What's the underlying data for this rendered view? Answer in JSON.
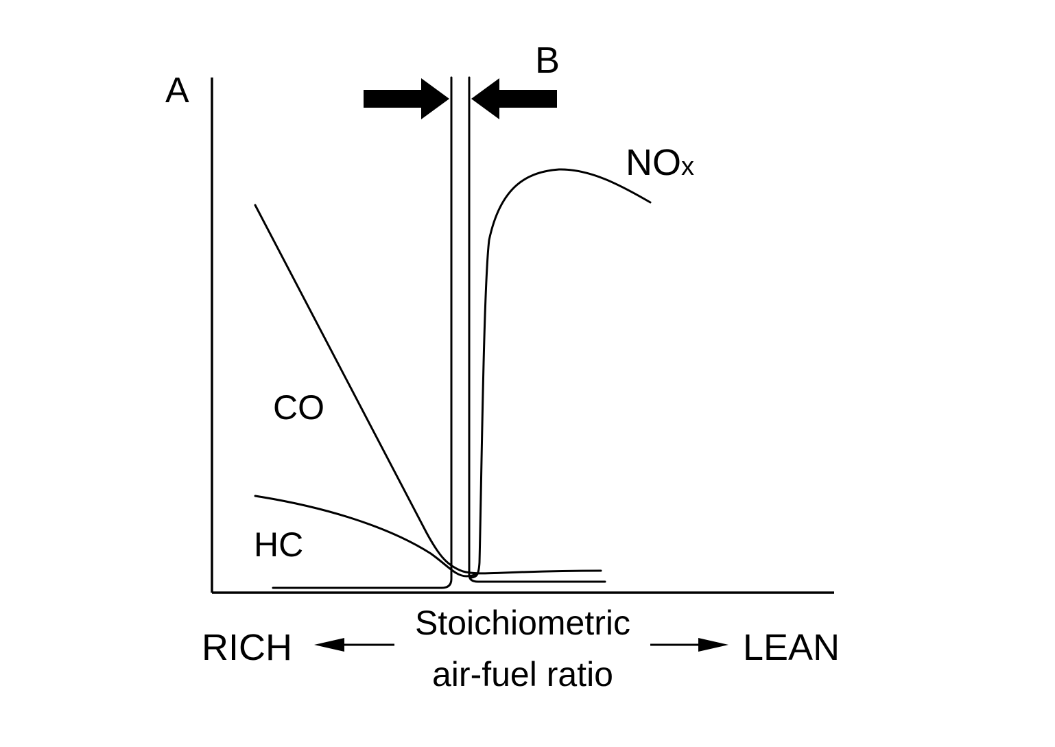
{
  "figure": {
    "y_axis_label": "A",
    "window_label": "B",
    "series": [
      {
        "id": "co",
        "name": "CO"
      },
      {
        "id": "hc",
        "name": "HC"
      },
      {
        "id": "nox",
        "name": "NO",
        "name_subscript": "x"
      }
    ],
    "x_axis": {
      "center_label_line1": "Stoichiometric",
      "center_label_line2": "air-fuel ratio",
      "left_label": "RICH",
      "right_label": "LEAN"
    },
    "colors": {
      "ink": "#000000",
      "background": "#ffffff"
    }
  }
}
